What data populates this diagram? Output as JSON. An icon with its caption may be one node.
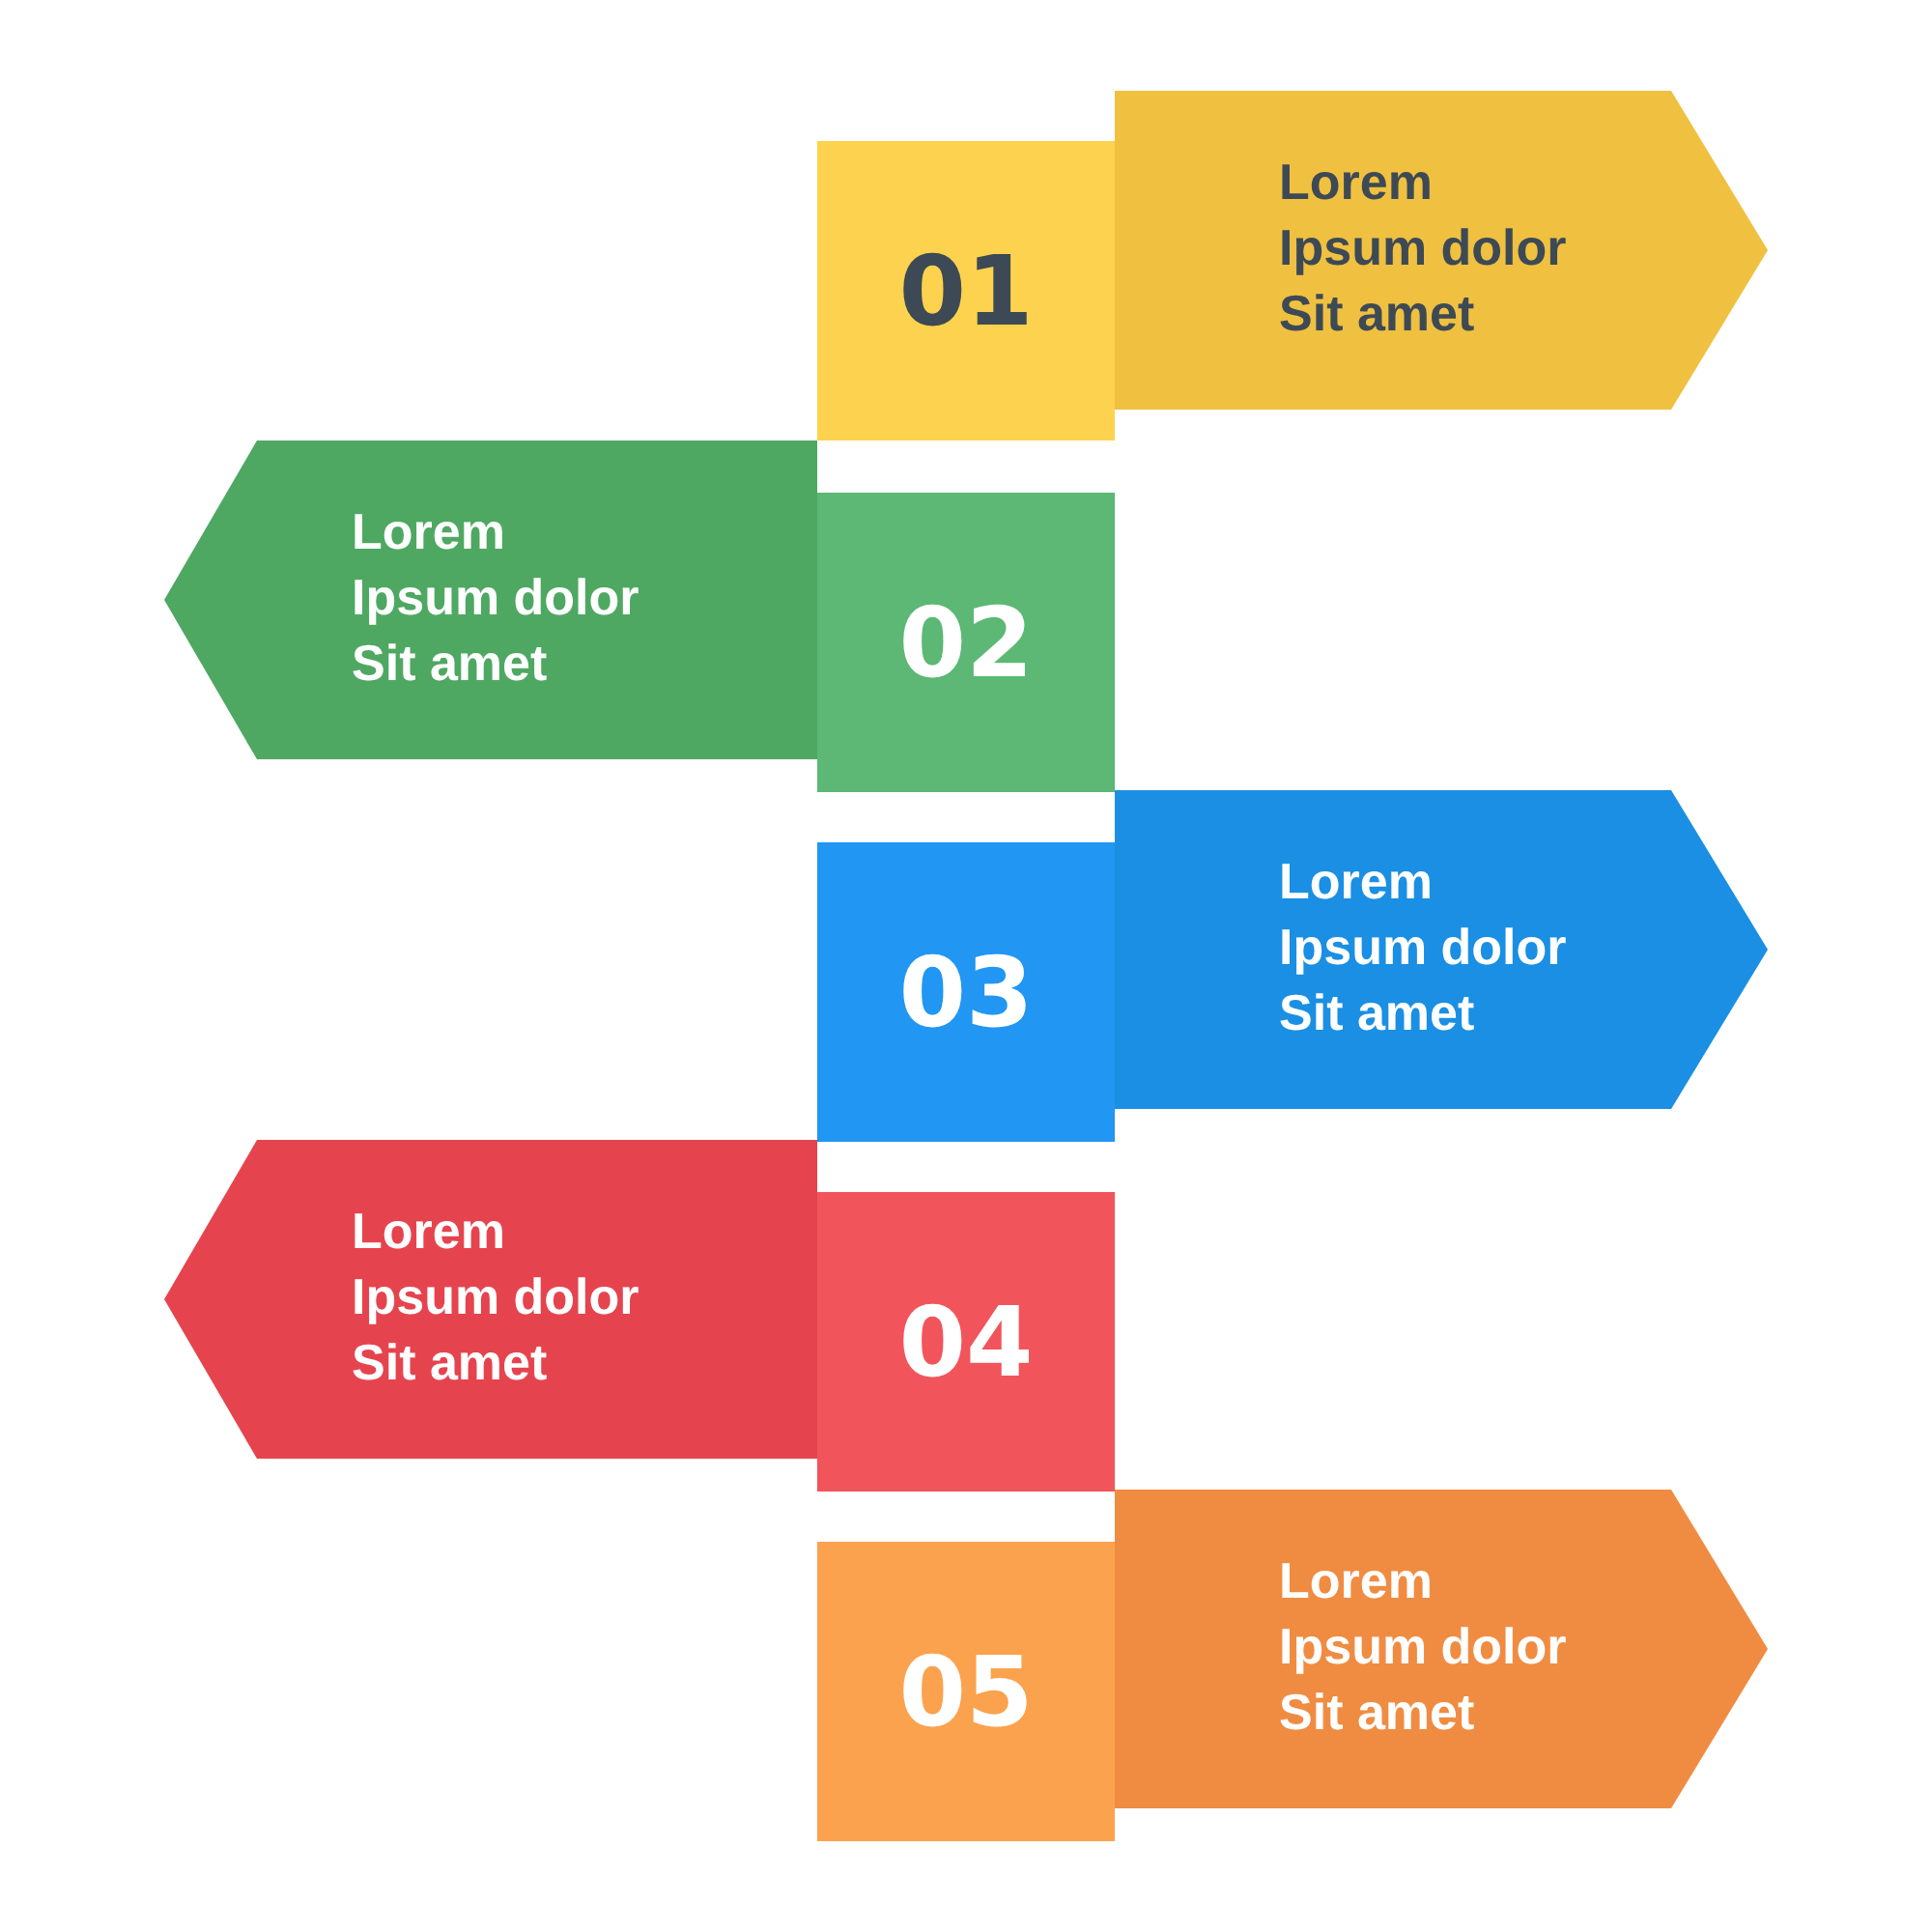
{
  "diagram": {
    "nodes": [
      {
        "text": [
          "01"
        ]
      },
      {
        "text": [
          "Lorem Ipsum dolor Sit amet"
        ]
      },
      {
        "text": [
          "Lorem Ipsum dolor Sit amet"
        ]
      },
      {
        "text": [
          "02"
        ]
      },
      {
        "text": [
          "03"
        ]
      },
      {
        "text": [
          "Lorem Ipsum dolor Sit amet"
        ]
      },
      {
        "text": [
          "Lorem Ipsum dolor Sit amet"
        ]
      },
      {
        "text": [
          "04"
        ]
      },
      {
        "text": [
          "05"
        ]
      },
      {
        "text": [
          "Lorem Ipsum dolor Sit amet"
        ]
      }
    ]
  }
}
